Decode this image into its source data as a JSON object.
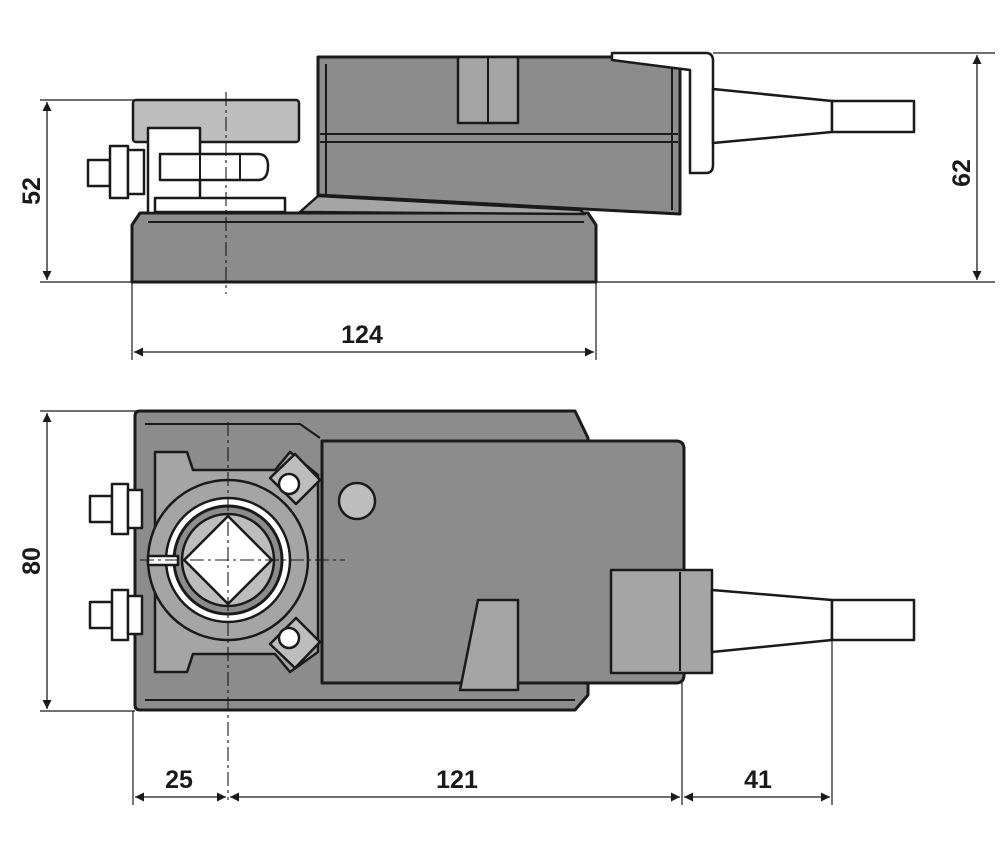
{
  "dimensions": {
    "side_height": "52",
    "total_height": "62",
    "side_length": "124",
    "top_width": "80",
    "top_shaft_offset": "25",
    "top_body_length": "121",
    "top_cable_length": "41"
  },
  "colors": {
    "body": "#8c8c8c",
    "body_light": "#a5a5a5",
    "line": "#1a1a1a",
    "background": "#ffffff"
  }
}
